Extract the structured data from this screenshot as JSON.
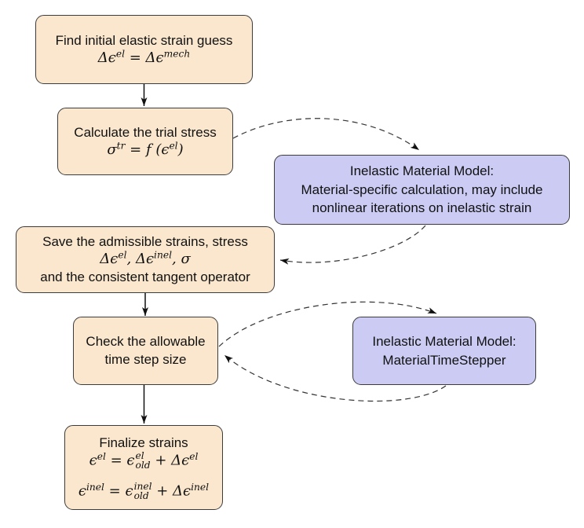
{
  "colors": {
    "cream_fill": "#fae7ce",
    "blue_fill": "#cbcbf4",
    "border": "#3c3c3c",
    "arrow": "#111111"
  },
  "nodes": {
    "initial_guess": {
      "title": "Find initial elastic strain guess",
      "math": {
        "t1": "Δϵ",
        "s1": "el",
        "t2": " = Δϵ",
        "s2": "mech",
        "t3": ""
      }
    },
    "trial_stress": {
      "title": "Calculate the trial stress",
      "math": {
        "t1": "σ",
        "s1": "tr",
        "t2": " = f (ϵ",
        "s2": "el",
        "t3": ")"
      }
    },
    "material_model_1": {
      "line1": "Inelastic Material Model:",
      "line2": "Material-specific calculation, may include",
      "line3": "nonlinear iterations on inelastic strain"
    },
    "save_strains": {
      "title": "Save the admissible strains, stress",
      "math": {
        "t1": "Δϵ",
        "s1": "el",
        "t2": ", Δϵ",
        "s2": "inel",
        "t3": ", σ"
      },
      "line3": "and the consistent tangent operator"
    },
    "check_step": {
      "line1": "Check the allowable",
      "line2": "time step size"
    },
    "material_model_2": {
      "line1": "Inelastic Material Model:",
      "line2": "MaterialTimeStepper"
    },
    "finalize": {
      "title": "Finalize strains",
      "math1": {
        "t1": "ϵ",
        "s1": "el",
        "t2": " = ϵ",
        "ss_sup": "el",
        "ss_sub": "old",
        "t3": " + Δϵ",
        "s2": "el"
      },
      "math2": {
        "t1": "ϵ",
        "s1": "inel",
        "t2": " = ϵ",
        "ss_sup": "inel",
        "ss_sub": "old",
        "t3": " + Δϵ",
        "s2": "inel"
      }
    }
  }
}
